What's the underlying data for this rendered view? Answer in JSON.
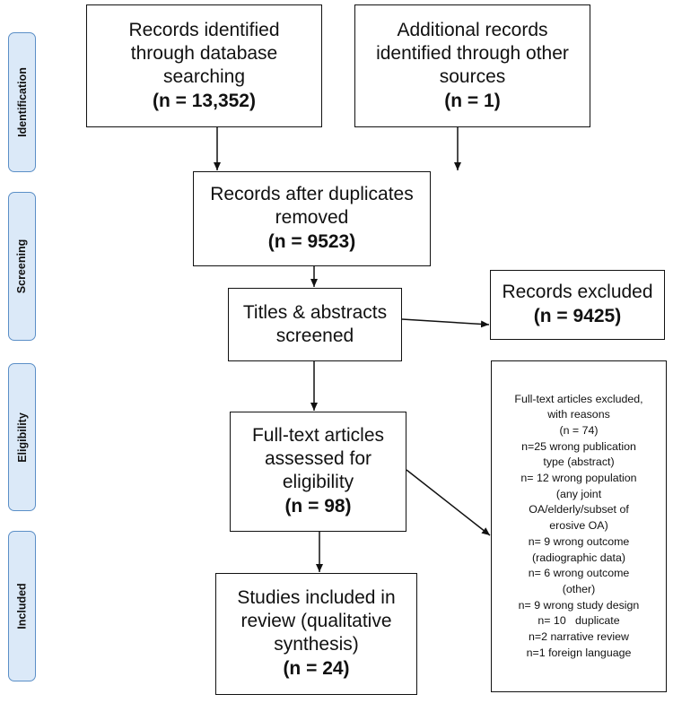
{
  "phases": {
    "identification": "Identification",
    "screening": "Screening",
    "eligibility": "Eligibility",
    "included": "Included"
  },
  "boxes": {
    "database": {
      "text": "Records identified\nthrough database\nsearching",
      "count": "(n = 13,352)"
    },
    "other": {
      "text": "Additional records\nidentified through other\nsources",
      "count": "(n = 1)"
    },
    "duplicates": {
      "text": "Records after duplicates\nremoved",
      "count": "(n = 9523)"
    },
    "screened": {
      "text": "Titles & abstracts\nscreened"
    },
    "excluded": {
      "text": "Records excluded",
      "count": "(n = 9425)"
    },
    "fulltext": {
      "text": "Full-text articles\nassessed for\neligibility",
      "count": "(n = 98)"
    },
    "included": {
      "text": "Studies included in\nreview (qualitative\nsynthesis)",
      "count": "(n = 24)"
    }
  },
  "fulltext_excluded": {
    "lines": [
      "Full-text articles excluded,",
      "with reasons",
      "(n = 74)",
      "n=25 wrong publication",
      "type (abstract)",
      "n= 12 wrong population",
      "(any joint",
      "OA/elderly/subset of",
      "erosive OA)",
      "n= 9 wrong outcome",
      "(radiographic data)",
      "n= 6 wrong outcome",
      "(other)",
      "n= 9 wrong study design",
      "n= 10   duplicate",
      "n=2 narrative review",
      "n=1 foreign language"
    ]
  }
}
